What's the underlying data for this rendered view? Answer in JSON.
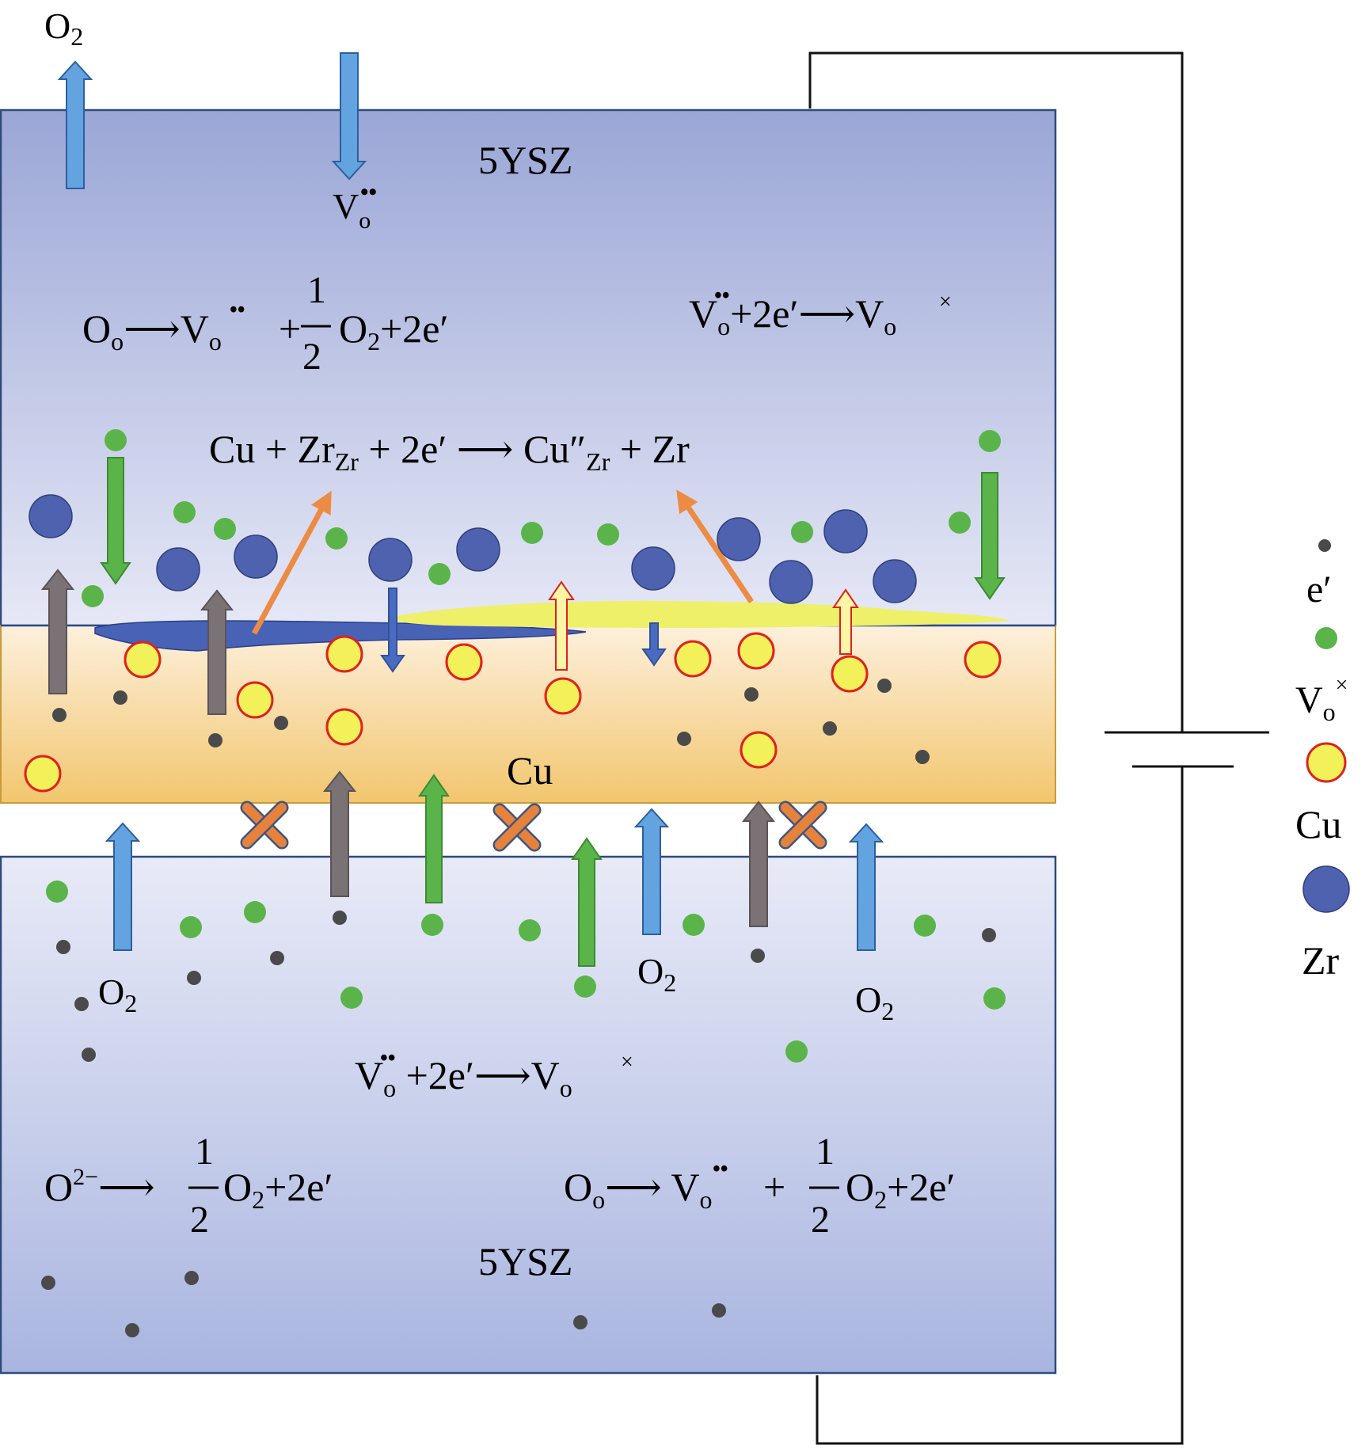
{
  "colors": {
    "ysz_top_a": "#9aa6d6",
    "ysz_top_b": "#e6e8f6",
    "ysz_bot_a": "#e8eaf7",
    "ysz_bot_b": "#a9b5e0",
    "cu_top": "#fdf0dc",
    "cu_bottom": "#f2c66e",
    "vacancy_green": "#5ab44a",
    "electron_dark": "#4a4a4a",
    "cu_fill": "#f3f15a",
    "cu_stroke": "#e0201e",
    "zr_blue": "#4f62b0",
    "arrow_blue": "#62a3e0",
    "arrow_gray": "#7a7275",
    "arrow_orange": "#ec8b44",
    "cross_orange": "#e7823c",
    "line_dark": "#1f3a6b"
  },
  "labels": {
    "o2_top": "O",
    "o2_sub": "2",
    "vo_top_V": "V",
    "vo_sub": "o",
    "vo_dots": "••",
    "ysz_top": "5YSZ",
    "ysz_bottom": "5YSZ",
    "cu_layer": "Cu",
    "o2_1": "O",
    "o2_2": "O",
    "o2_3": "O",
    "two": "2"
  },
  "equations": {
    "top_left": {
      "O": "O",
      "o_sub": "o",
      "arrow": "⟶",
      "V": "V",
      "vsub": "o",
      "dots": "••",
      "plus": "+",
      "frac_num": "1",
      "frac_den": "2",
      "tail": "O",
      "tail_sub": "2",
      "tail_end": "+2e′"
    },
    "top_right": {
      "V": "V",
      "vsub": "o",
      "dots": "••",
      "mid": "+2e′⟶V",
      "end_sub": "o",
      "end_sup": "×"
    },
    "cu_reaction": {
      "a": "Cu + Zr",
      "zr_sub": "Zr",
      "b": " + 2e′ ⟶ Cu″",
      "zr_sub2": "Zr",
      "c": " + Zr"
    },
    "bottom_mid": {
      "V": "V",
      "vsub": "o",
      "dots": "••",
      "mid": " +2e′⟶V",
      "end_sub": "o",
      "end_sup": "×"
    },
    "bottom_left": {
      "O": "O",
      "sup": "2−",
      "arrow": "⟶",
      "frac_num": "1",
      "frac_den": "2",
      "tail": "O",
      "tail_sub": "2",
      "tail_end": "+2e′"
    },
    "bottom_right": {
      "O": "O",
      "o_sub": "o",
      "arrow": "⟶ V",
      "vsub": "o",
      "dots": "••",
      "plus": "+",
      "frac_num": "1",
      "frac_den": "2",
      "tail": "O",
      "tail_sub": "2",
      "tail_end": "+2e′"
    }
  },
  "legend": [
    {
      "symbol": "electron-dot",
      "label": "e′"
    },
    {
      "symbol": "vacancy-dot",
      "label": "V",
      "sub": "o",
      "sup": "×"
    },
    {
      "symbol": "cu-circle",
      "label": "Cu"
    },
    {
      "symbol": "zr-circle",
      "label": "Zr"
    }
  ]
}
